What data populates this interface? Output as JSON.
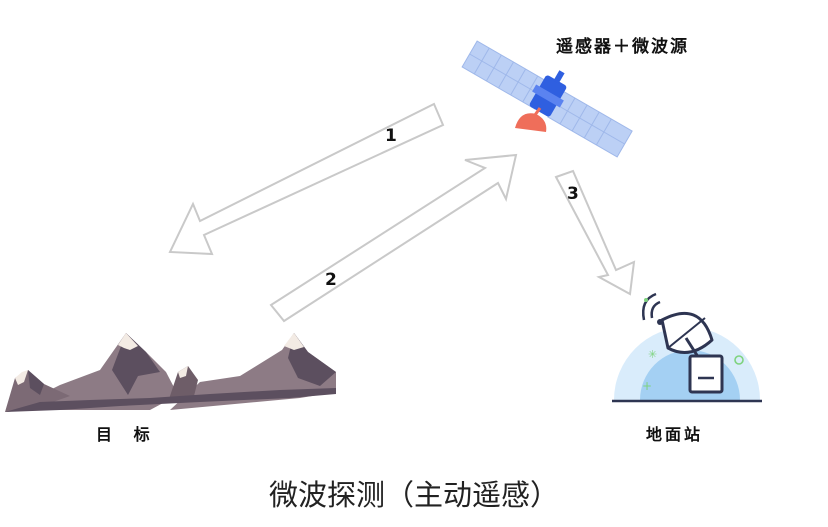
{
  "diagram": {
    "caption": "微波探测（主动遥感）",
    "nodes": {
      "satellite": {
        "label": "遥感器＋微波源",
        "icon": "satellite-icon"
      },
      "target": {
        "label": "目 标",
        "icon": "mountains-icon"
      },
      "ground_station": {
        "label": "地面站",
        "icon": "radar-dish-icon"
      }
    },
    "arrows": [
      {
        "label": "1",
        "from": "satellite",
        "to": "target"
      },
      {
        "label": "2",
        "from": "target",
        "to": "satellite"
      },
      {
        "label": "3",
        "from": "satellite",
        "to": "ground_station"
      }
    ]
  },
  "colors": {
    "arrow_stroke": "#c9c9c9",
    "satellite_panel": "#bcd0f5",
    "satellite_body": "#2f5fe0",
    "satellite_dish": "#ef6e5a",
    "mountain_dark": "#5c4f5f",
    "mountain_mid": "#8d7b85",
    "mountain_snow": "#f3ebe4",
    "station_dome": "#bfe0f8",
    "station_dish": "#2e3552"
  }
}
